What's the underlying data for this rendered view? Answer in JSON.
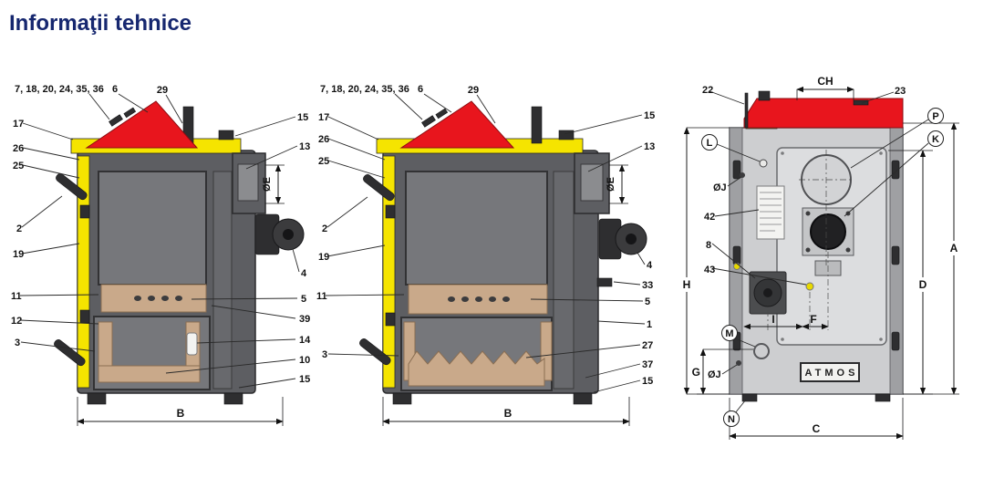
{
  "page": {
    "title": "Informaţii tehnice"
  },
  "colors": {
    "title": "#16276f",
    "red_cover": "#e8151d",
    "yellow_jacket": "#f5e400",
    "body_gray": "#5d5e62",
    "chamber_gray": "#76777b",
    "ceramic_tan": "#c9a98a",
    "panel_gray": "#cdced0",
    "line": "#1c1c1e"
  },
  "diagram1": {
    "callouts": [
      "7, 18, 20, 24, 35, 36",
      "6",
      "29",
      "17",
      "15",
      "26",
      "13",
      "25",
      "ØE",
      "2",
      "19",
      "4",
      "11",
      "5",
      "39",
      "12",
      "14",
      "3",
      "10",
      "15",
      "B"
    ]
  },
  "diagram2": {
    "callouts": [
      "7, 18, 20, 24, 35, 36",
      "6",
      "29",
      "17",
      "15",
      "26",
      "13",
      "25",
      "ØE",
      "2",
      "19",
      "4",
      "11",
      "33",
      "5",
      "1",
      "3",
      "27",
      "37",
      "15",
      "B"
    ]
  },
  "diagram3": {
    "callouts": [
      "22",
      "CH",
      "23",
      "P",
      "K",
      "L",
      "ØJ",
      "42",
      "8",
      "43",
      "H",
      "D",
      "A",
      "M",
      "I",
      "F",
      "G",
      "ØJ",
      "N",
      "C"
    ],
    "logo": "ATMOS"
  }
}
